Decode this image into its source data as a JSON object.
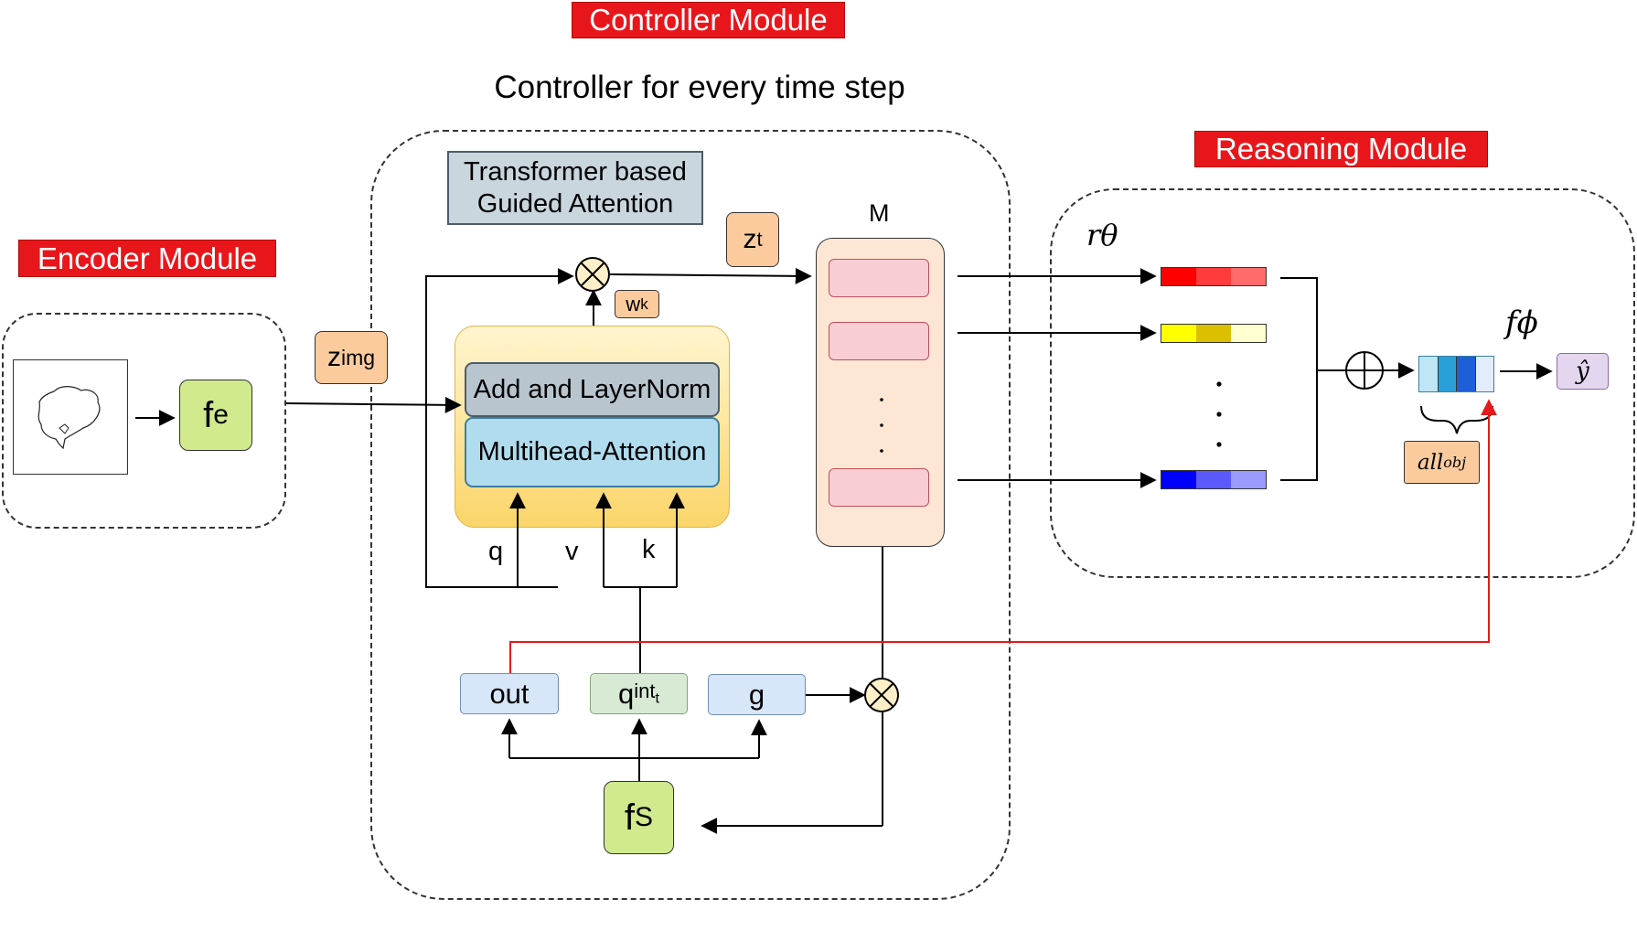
{
  "labels": {
    "controller_module": "Controller Module",
    "controller_subtitle": "Controller for every time step",
    "reasoning_module": "Reasoning Module",
    "encoder_module": "Encoder Module",
    "transformer_box": "Transformer based Guided Attention",
    "add_layernorm": "Add and LayerNorm",
    "multihead_attention": "Multihead-Attention",
    "memory": "M",
    "q": "q",
    "v": "v",
    "k": "k",
    "out": "out",
    "g": "g",
    "z_img_base": "z",
    "z_img_sub": "img",
    "z_t_base": "z",
    "z_t_sub": "t",
    "w_k_base": "w",
    "w_k_sub": "k",
    "f_e_base": "f",
    "f_e_sub": "e",
    "f_s_base": "f",
    "f_s_sub": "S",
    "q_int_base": "q",
    "q_int_sub": "int",
    "q_int_subsub": "t",
    "r_theta": "rθ",
    "f_phi": "fϕ",
    "y_hat": "ŷ",
    "all_obj_base": "all",
    "all_obj_sub": "obj"
  },
  "colors": {
    "label_red": "#e8161b",
    "red_line": "#e41a1c",
    "vec_red": [
      "#ff0000",
      "#ff3b3b",
      "#ff6b6b"
    ],
    "vec_yellow": [
      "#ffff00",
      "#dcc000",
      "#ffffd0"
    ],
    "vec_blue": [
      "#0000ff",
      "#5a5aff",
      "#9a9aff"
    ],
    "vec_combined": [
      "#bfe6f6",
      "#2aa0d8",
      "#1e5fd8",
      "#e3ecfb"
    ]
  }
}
